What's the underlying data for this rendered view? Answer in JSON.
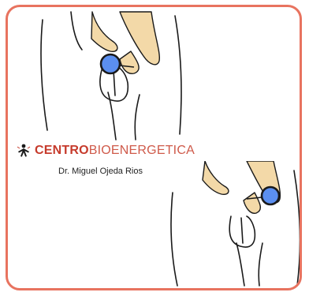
{
  "brand": {
    "name_bold": "CENTRO",
    "name_light": "BIOENERGETICA",
    "doctor": "Dr. Miguel Ojeda Rios",
    "logo_icon": "figure-emblem-icon"
  },
  "colors": {
    "frame_border": "#e8735f",
    "brand_bold": "#c63b2c",
    "brand_light": "#cf5a4a",
    "point_fill": "#5b8ff0",
    "skin": "#f3d9a8",
    "line": "#1a1a1a"
  },
  "illustrations": [
    {
      "name": "acupoint-figure-top",
      "marker": "blue-point-marker"
    },
    {
      "name": "acupoint-figure-bottom",
      "marker": "blue-point-marker"
    }
  ]
}
